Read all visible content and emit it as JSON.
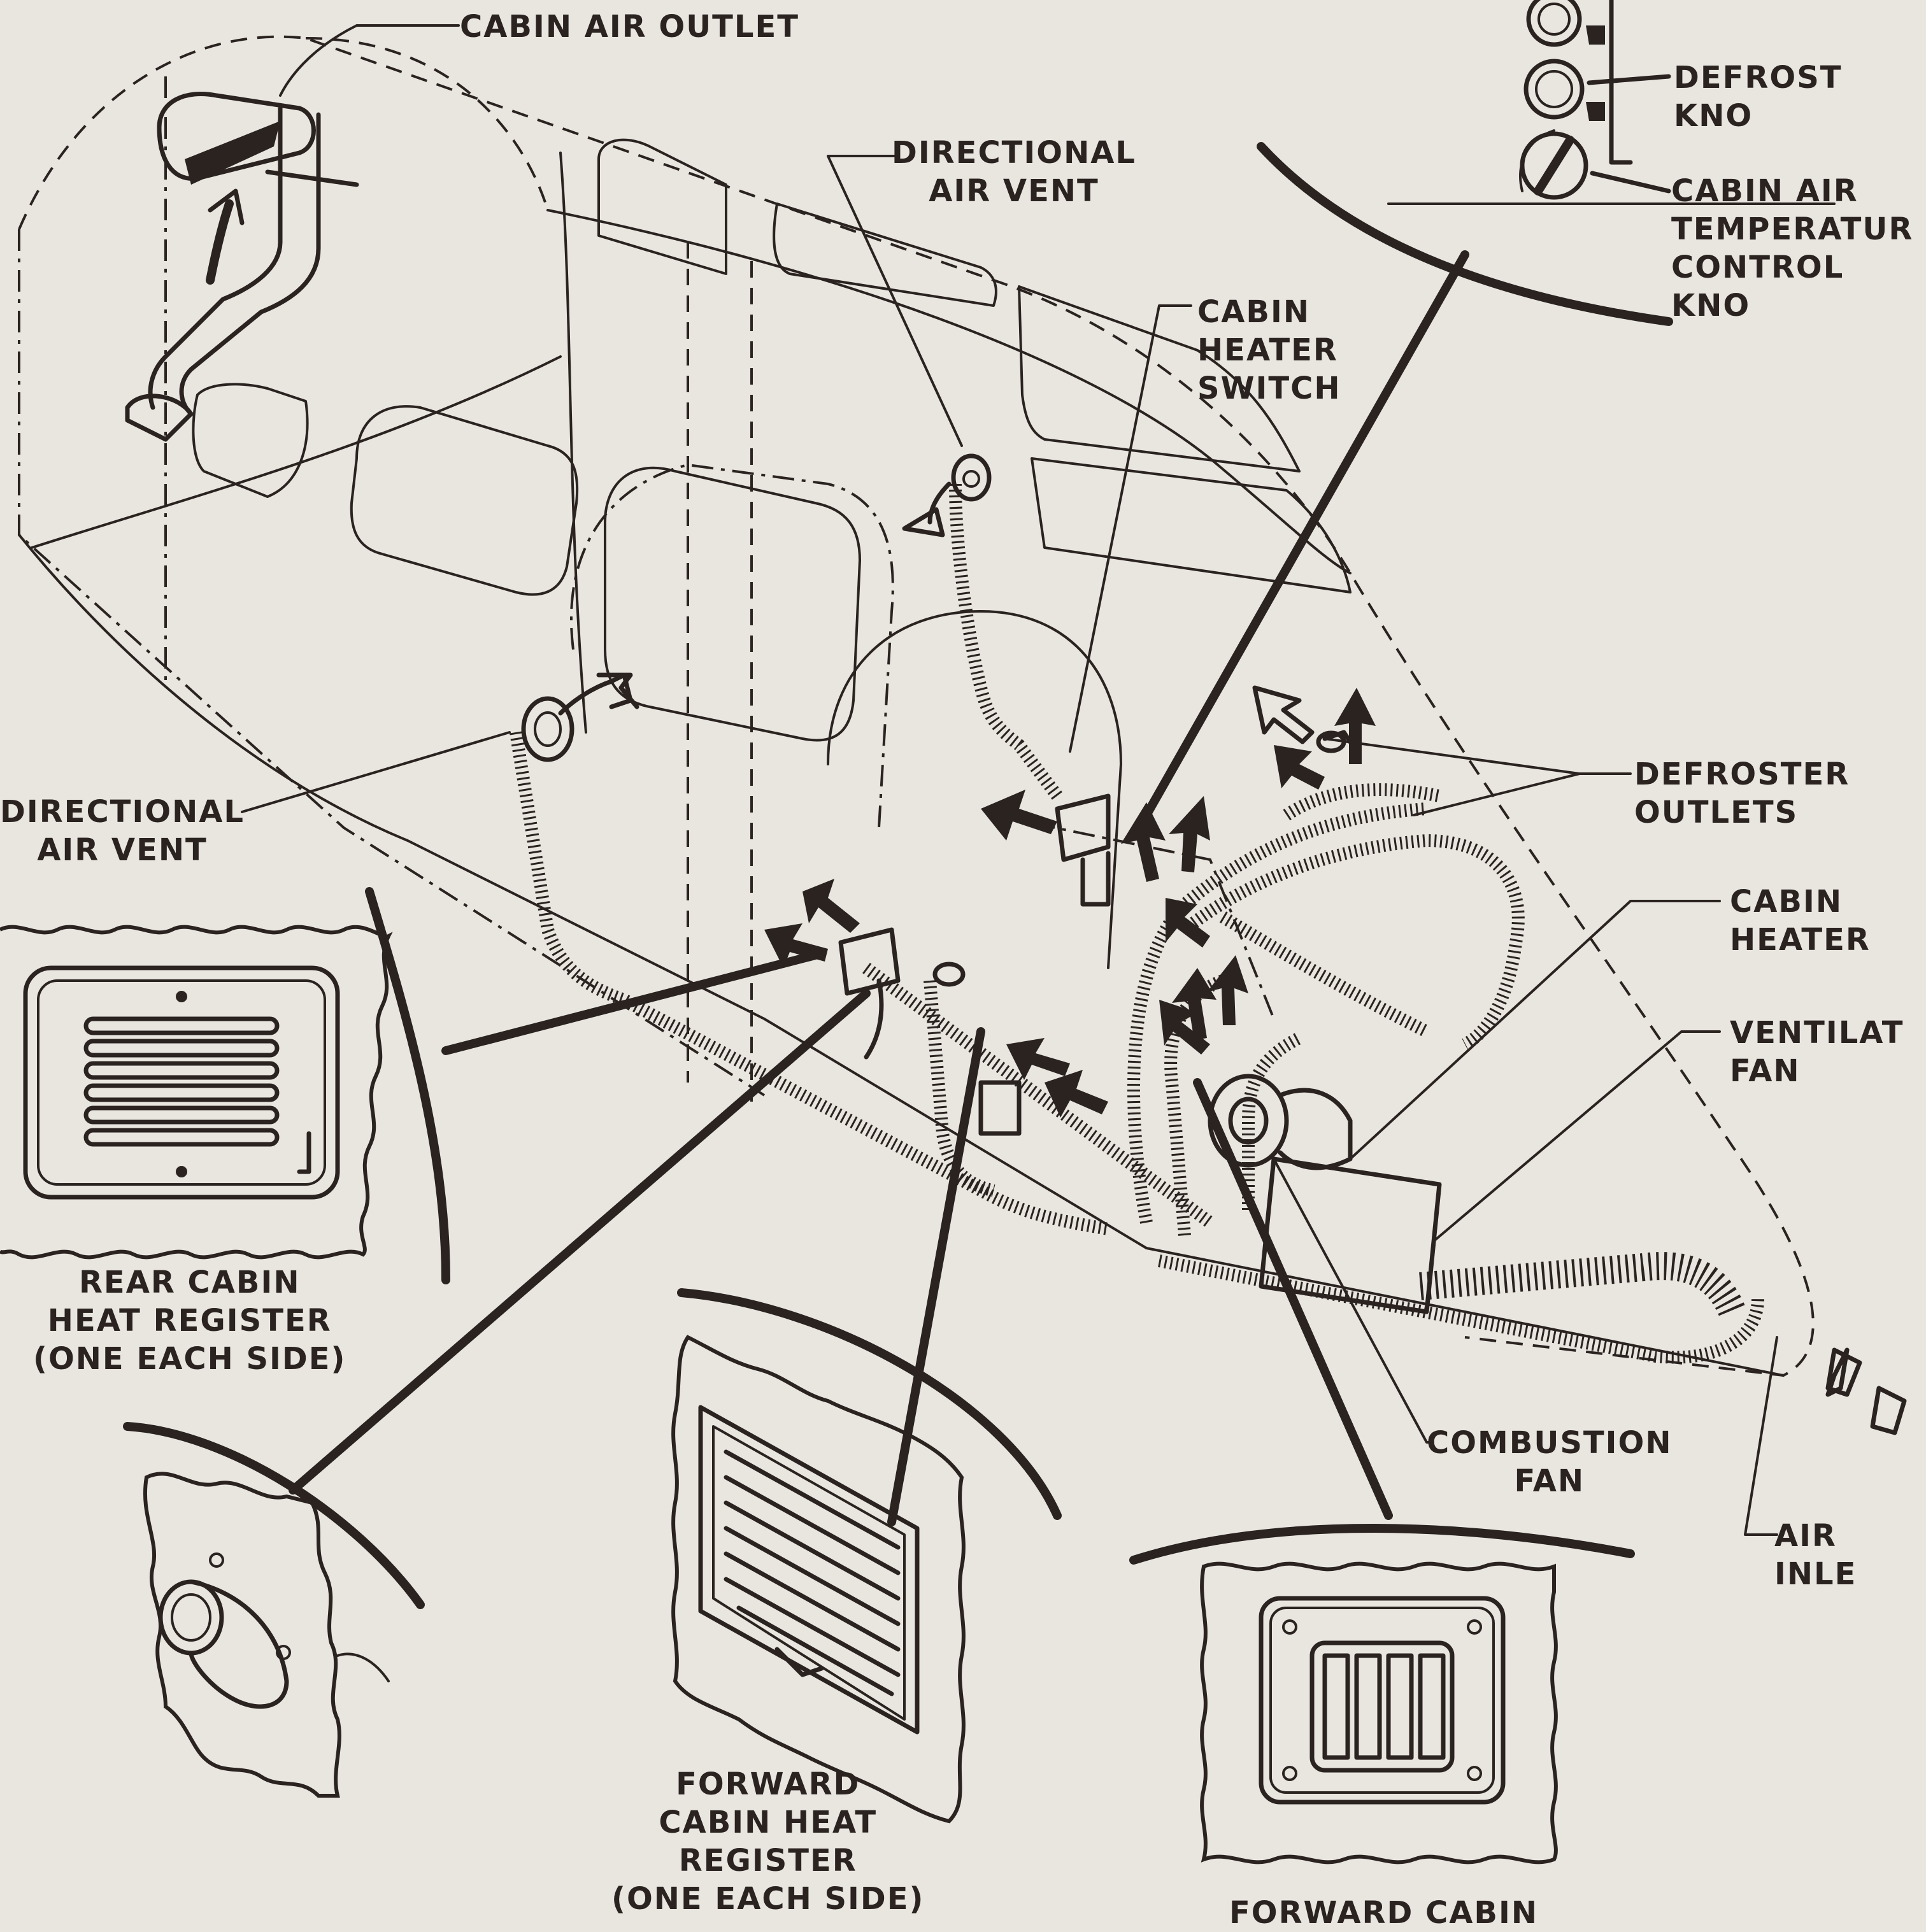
{
  "labels": {
    "cabin_air_outlet": "CABIN AIR OUTLET",
    "directional_air_vent_upper": "DIRECTIONAL\nAIR VENT",
    "directional_air_vent_left": "DIRECTIONAL\nAIR VENT",
    "cabin_heater_switch": "CABIN\nHEATER\nSWITCH",
    "defrost_knob": "DEFROST KNO",
    "cabin_air_temperature_control_knob": "CABIN AIR\nTEMPERATUR\nCONTROL KNO",
    "defroster_outlets": "DEFROSTER\nOUTLETS",
    "cabin_heater": "CABIN\nHEATER",
    "ventilating_fan": "VENTILAT\nFAN",
    "combustion_fan": "COMBUSTION\nFAN",
    "air_inlet": "AIR INLE",
    "rear_cabin_heat_register": "REAR CABIN\nHEAT REGISTER\n(ONE EACH SIDE)",
    "forward_cabin_heat_register": "FORWARD\nCABIN HEAT\nREGISTER\n(ONE EACH SIDE)",
    "forward_cabin_direct_outlet": "FORWARD CABIN"
  },
  "colors": {
    "paper": "#e9e6e0",
    "ink": "#2a2320"
  }
}
